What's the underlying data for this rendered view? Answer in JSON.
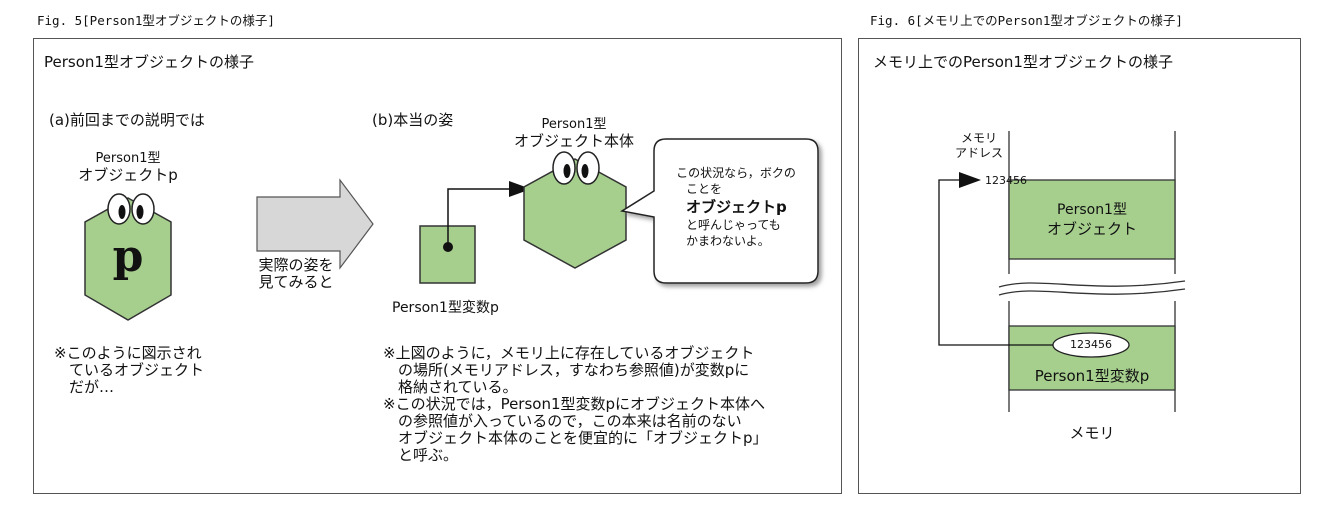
{
  "fig5": {
    "caption": "Fig. 5[Person1型オブジェクトの様子]",
    "panel_title": "Person1型オブジェクトの様子",
    "a_label": "(a)前回までの説明では",
    "a_obj_line1": "Person1型",
    "a_obj_line2": "オブジェクトp",
    "hex_letter": "p",
    "a_note": [
      "※このように図示され",
      "　ているオブジェクト",
      "　だが…"
    ],
    "arrow_text": [
      "実際の姿を",
      "見てみると"
    ],
    "b_label": "(b)本当の姿",
    "b_obj_line1": "Person1型",
    "b_obj_line2": "オブジェクト本体",
    "variable_label": "Person1型変数p",
    "bubble": {
      "line1": "この状況なら，ボクの",
      "line2": "ことを",
      "line3": "オブジェクトp",
      "line4": "と呼んじゃっても",
      "line5": "かまわないよ。"
    },
    "b_notes": [
      "※上図のように，メモリ上に存在しているオブジェクト",
      "　の場所(メモリアドレス，すなわち参照値)が変数pに",
      "　格納されている。",
      "※この状況では，Person1型変数pにオブジェクト本体へ",
      "　の参照値が入っているので，この本来は名前のない",
      "　オブジェクト本体のことを便宜的に「オブジェクトp」",
      "　と呼ぶ。"
    ]
  },
  "fig6": {
    "caption": "Fig. 6[メモリ上でのPerson1型オブジェクトの様子]",
    "panel_title": "メモリ上でのPerson1型オブジェクトの様子",
    "addr_label_line1": "メモリ",
    "addr_label_line2": "アドレス",
    "address": "123456",
    "object_block_line1": "Person1型",
    "object_block_line2": "オブジェクト",
    "var_value": "123456",
    "var_block_label": "Person1型変数p",
    "memory_label": "メモリ"
  },
  "colors": {
    "green": "#a6cf8e",
    "green_stroke": "#333333",
    "arrow_gray": "#d7d7d7",
    "border": "#555555"
  }
}
